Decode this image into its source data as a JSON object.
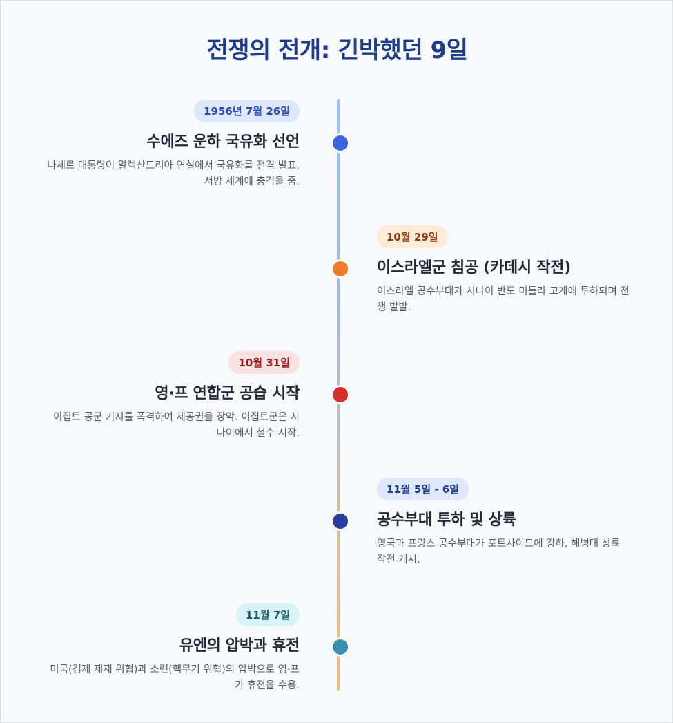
{
  "title": "전쟁의 전개: 긴박했던 9일",
  "events": [
    {
      "date": "1956년 7월 26일",
      "title": "수에즈 운하 국유화 선언",
      "desc": "나세르 대통령이 알렉산드리아 연설에서 국유화를 전격 발표, 서방 세계에 충격을 줌.",
      "badge_bg": "#dfe8fb",
      "badge_color": "#2b4db3",
      "dot_color": "#3b63e0"
    },
    {
      "date": "10월 29일",
      "title": "이스라엘군 침공 (카데시 작전)",
      "desc": "이스라엘 공수부대가 시나이 반도 미틀라 고개에 투하되며 전쟁 발발.",
      "badge_bg": "#fdebd6",
      "badge_color": "#8a3b12",
      "dot_color": "#ef7a2a"
    },
    {
      "date": "10월 31일",
      "title": "영·프 연합군 공습 시작",
      "desc": "이집트 공군 기지를 폭격하여 제공권을 장악. 이집트군은 시나이에서 철수 시작.",
      "badge_bg": "#fbe2e2",
      "badge_color": "#9b1c1c",
      "dot_color": "#d32f2f"
    },
    {
      "date": "11월 5일 - 6일",
      "title": "공수부대 투하 및 상륙",
      "desc": "영국과 프랑스 공수부대가 포트사이드에 강하, 해병대 상륙 작전 개시.",
      "badge_bg": "#e0e8fb",
      "badge_color": "#1e3a8a",
      "dot_color": "#2a3e9e"
    },
    {
      "date": "11월 7일",
      "title": "유엔의 압박과 휴전",
      "desc": "미국(경제 제재 위협)과 소련(핵무기 위협)의 압박으로 영·프가 휴전을 수용.",
      "badge_bg": "#d8f4f8",
      "badge_color": "#1f5f6b",
      "dot_color": "#3a8fb0"
    }
  ]
}
